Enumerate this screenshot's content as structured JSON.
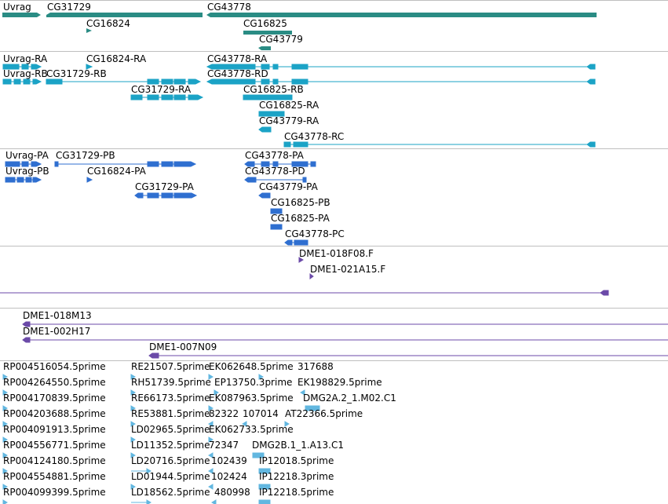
{
  "colors": {
    "gene": "#2a8c84",
    "transcript": "#1ba3c6",
    "protein": "#2f6fd0",
    "clone": "#6b4aa8",
    "est": "#62b7e0",
    "separator": "#bfbfbf"
  },
  "genes_track": {
    "labels": [
      "Uvrag",
      "CG31729",
      "CG43778",
      "CG16824",
      "CG16825",
      "CG43779"
    ]
  },
  "transcripts_track": {
    "labels": [
      "Uvrag-RA",
      "CG16824-RA",
      "CG43778-RA",
      "Uvrag-RB",
      "CG31729-RB",
      "CG43778-RD",
      "CG31729-RA",
      "CG16825-RB",
      "CG16825-RA",
      "CG43779-RA",
      "CG43778-RC"
    ]
  },
  "proteins_track": {
    "labels": [
      "Uvrag-PA",
      "CG31729-PB",
      "CG43778-PA",
      "Uvrag-PB",
      "CG16824-PA",
      "CG43778-PD",
      "CG31729-PA",
      "CG43779-PA",
      "CG16825-PB",
      "CG16825-PA",
      "CG43778-PC"
    ]
  },
  "clones_track": {
    "labels": [
      "DME1-018F08.F",
      "DME1-021A15.F"
    ]
  },
  "bac_track": {
    "labels": [
      "DME1-018M13",
      "DME1-002H17",
      "DME1-007N09"
    ]
  },
  "est_track": {
    "rows": [
      [
        "RP004516054.5prime",
        "RE21507.5prime",
        "EK062648.5prime",
        "317688"
      ],
      [
        "RP004264550.5prime",
        "RH51739.5prime",
        "EP13750.3prime",
        "EK198829.5prime"
      ],
      [
        "RP004170839.5prime",
        "RE66173.5prime",
        "EK087963.5prime",
        "DMG2A.2_1.M02.C1"
      ],
      [
        "RP004203688.5prime",
        "RE53881.5prime",
        "82322",
        "107014",
        "AT22366.5prime"
      ],
      [
        "RP004091913.5prime",
        "LD02965.5prime",
        "EK062733.5prime"
      ],
      [
        "RP004556771.5prime",
        "LD11352.5prime",
        "72347",
        "DMG2B.1_1.A13.C1"
      ],
      [
        "RP004124180.5prime",
        "LD20716.5prime",
        "102439",
        "IP12018.5prime"
      ],
      [
        "RP004554881.5prime",
        "LD01944.5prime",
        "102424",
        "IP12218.3prime"
      ],
      [
        "RP004099399.5prime",
        "LD18562.5prime",
        "480998",
        "IP12218.5prime"
      ]
    ]
  }
}
